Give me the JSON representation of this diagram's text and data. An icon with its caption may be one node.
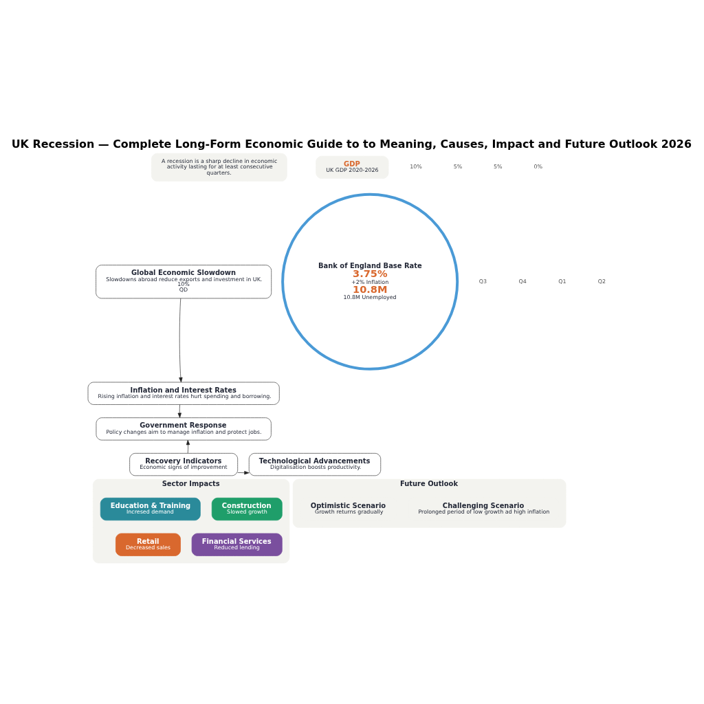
{
  "diagram": {
    "title": "UK Recession — Complete Long-Form Economic Guide to to Meaning, Causes, Impact and Future Outlook 2026",
    "nodes": [
      {
        "text": [
          "A recession is a sharp decline in economic activity lasting for at least consecutive quarters."
        ]
      },
      {
        "text": [
          "GDP",
          "UK GDP 2020-2026"
        ]
      },
      {
        "text": [
          "Global Economic Slowdown",
          "Slowdowns abroad reduce exports and investment in UK.",
          "10%",
          "QD"
        ]
      },
      {
        "text": [
          "Bank of England Base Rate",
          "3.75%",
          "+2% Inflation",
          "10.8M",
          "10.8M Unemployed"
        ]
      },
      {
        "text": [
          "Inflation and Interest Rates",
          "Rising inflation and interest rates hurt spending and borrowing."
        ]
      },
      {
        "text": [
          "Government Response",
          "Policy changes aim to manage inflation and protect jobs."
        ]
      },
      {
        "text": [
          "Recovery Indicators",
          "Economic signs of improvement"
        ]
      },
      {
        "text": [
          "Technological Advancements",
          "Digitalisation boosts productivity."
        ]
      },
      {
        "text": [
          "Sector Impacts"
        ]
      },
      {
        "text": [
          "Education & Training",
          "Incresed demand"
        ],
        "in": 8
      },
      {
        "text": [
          "Construction",
          "Slowed growth"
        ],
        "in": 8
      },
      {
        "text": [
          "Retail",
          "Decreased sales"
        ],
        "in": 8
      },
      {
        "text": [
          "Financial Services",
          "Reduced lending"
        ],
        "in": 8
      },
      {
        "text": [
          "Future Outlook"
        ]
      },
      {
        "text": [
          "Optimistic Scenario",
          "Growth returns gradually"
        ],
        "in": 13
      },
      {
        "text": [
          "Challenging Scenario",
          "Prolonged period of low growth ad high inflation"
        ],
        "in": 13
      }
    ],
    "edges": [
      {
        "from": 2,
        "to": 4,
        "arrow": "to"
      },
      {
        "from": 4,
        "to": 5,
        "arrow": "to"
      },
      {
        "from": 6,
        "to": 5,
        "arrow": "to"
      },
      {
        "from": 6,
        "to": 7,
        "arrow": "to"
      }
    ],
    "labels": [
      "10%",
      "5%",
      "5%",
      "0%",
      "Q3",
      "Q4",
      "Q1",
      "Q2"
    ]
  }
}
